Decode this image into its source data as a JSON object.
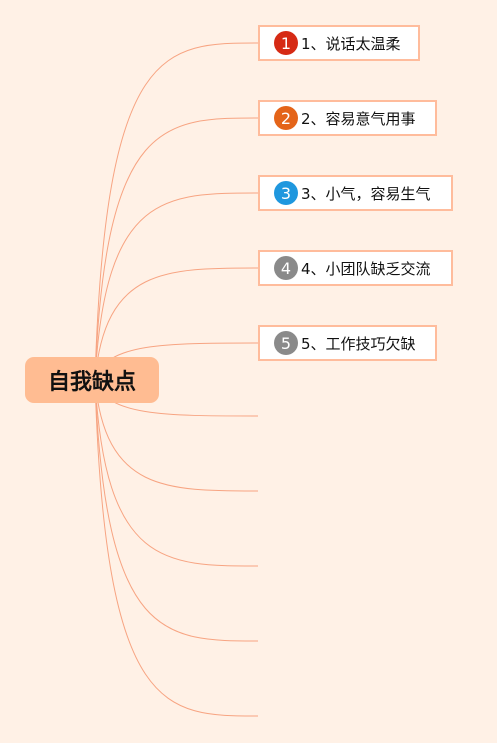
{
  "root": {
    "label": "自我缺点"
  },
  "branches": [
    {
      "badge": "1",
      "text": "1、说话太温柔",
      "badge_color": "#d62a14"
    },
    {
      "badge": "2",
      "text": "2、容易意气用事",
      "badge_color": "#e46419"
    },
    {
      "badge": "3",
      "text": "3、小气，容易生气",
      "badge_color": "#1f97de"
    },
    {
      "badge": "4",
      "text": "4、小团队缺乏交流",
      "badge_color": "#8a8a8a"
    },
    {
      "badge": "5",
      "text": "5、工作技巧欠缺",
      "badge_color": "#8a8a8a"
    }
  ],
  "colors": {
    "background": "#fff1e6",
    "root_fill": "#ffbc92",
    "node_border": "#ffbc9c",
    "connector": "#f7a482"
  }
}
